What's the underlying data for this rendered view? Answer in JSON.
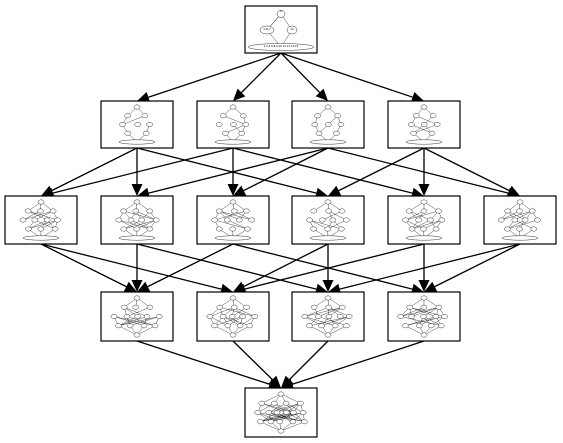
{
  "diagram": {
    "top_node_labels": {
      "top": "1",
      "mid_left": "1,6,7",
      "mid_right": "11",
      "bottom": "2,3,4,5,8,9,10,12,13,14,15"
    }
  }
}
